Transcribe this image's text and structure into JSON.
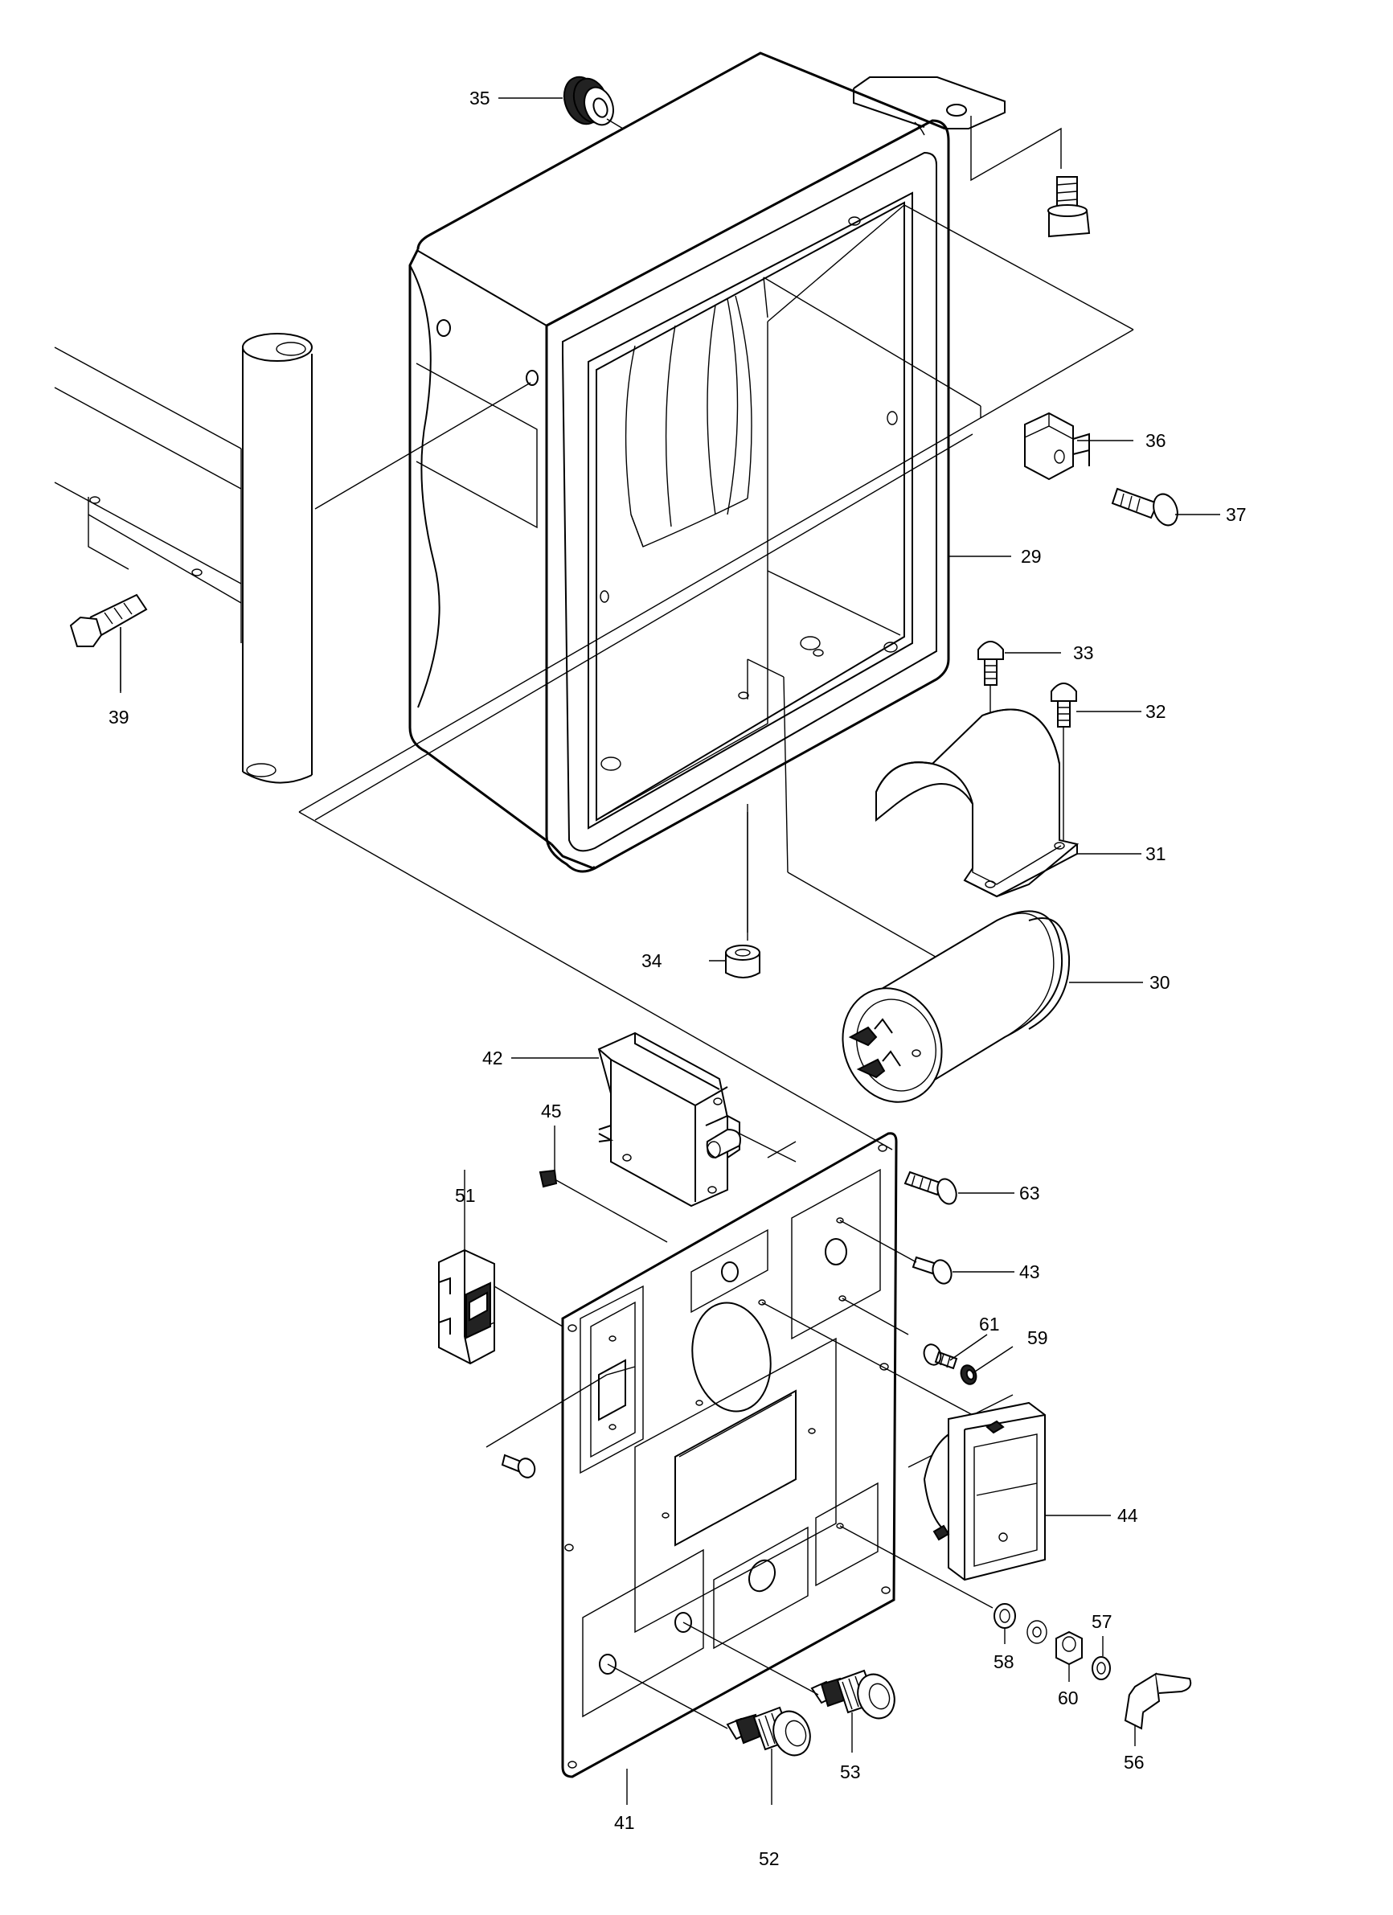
{
  "labels": {
    "p29": "29",
    "p30": "30",
    "p31": "31",
    "p32": "32",
    "p33": "33",
    "p34": "34",
    "p35": "35",
    "p36": "36",
    "p37": "37",
    "p39": "39",
    "p41": "41",
    "p42": "42",
    "p43": "43",
    "p44": "44",
    "p45": "45",
    "p51": "51",
    "p52": "52",
    "p53": "53",
    "p56": "56",
    "p57": "57",
    "p58": "58",
    "p59": "59",
    "p60": "60",
    "p61": "61",
    "p63": "63"
  },
  "colors": {
    "line": "#000000",
    "background": "#ffffff"
  }
}
